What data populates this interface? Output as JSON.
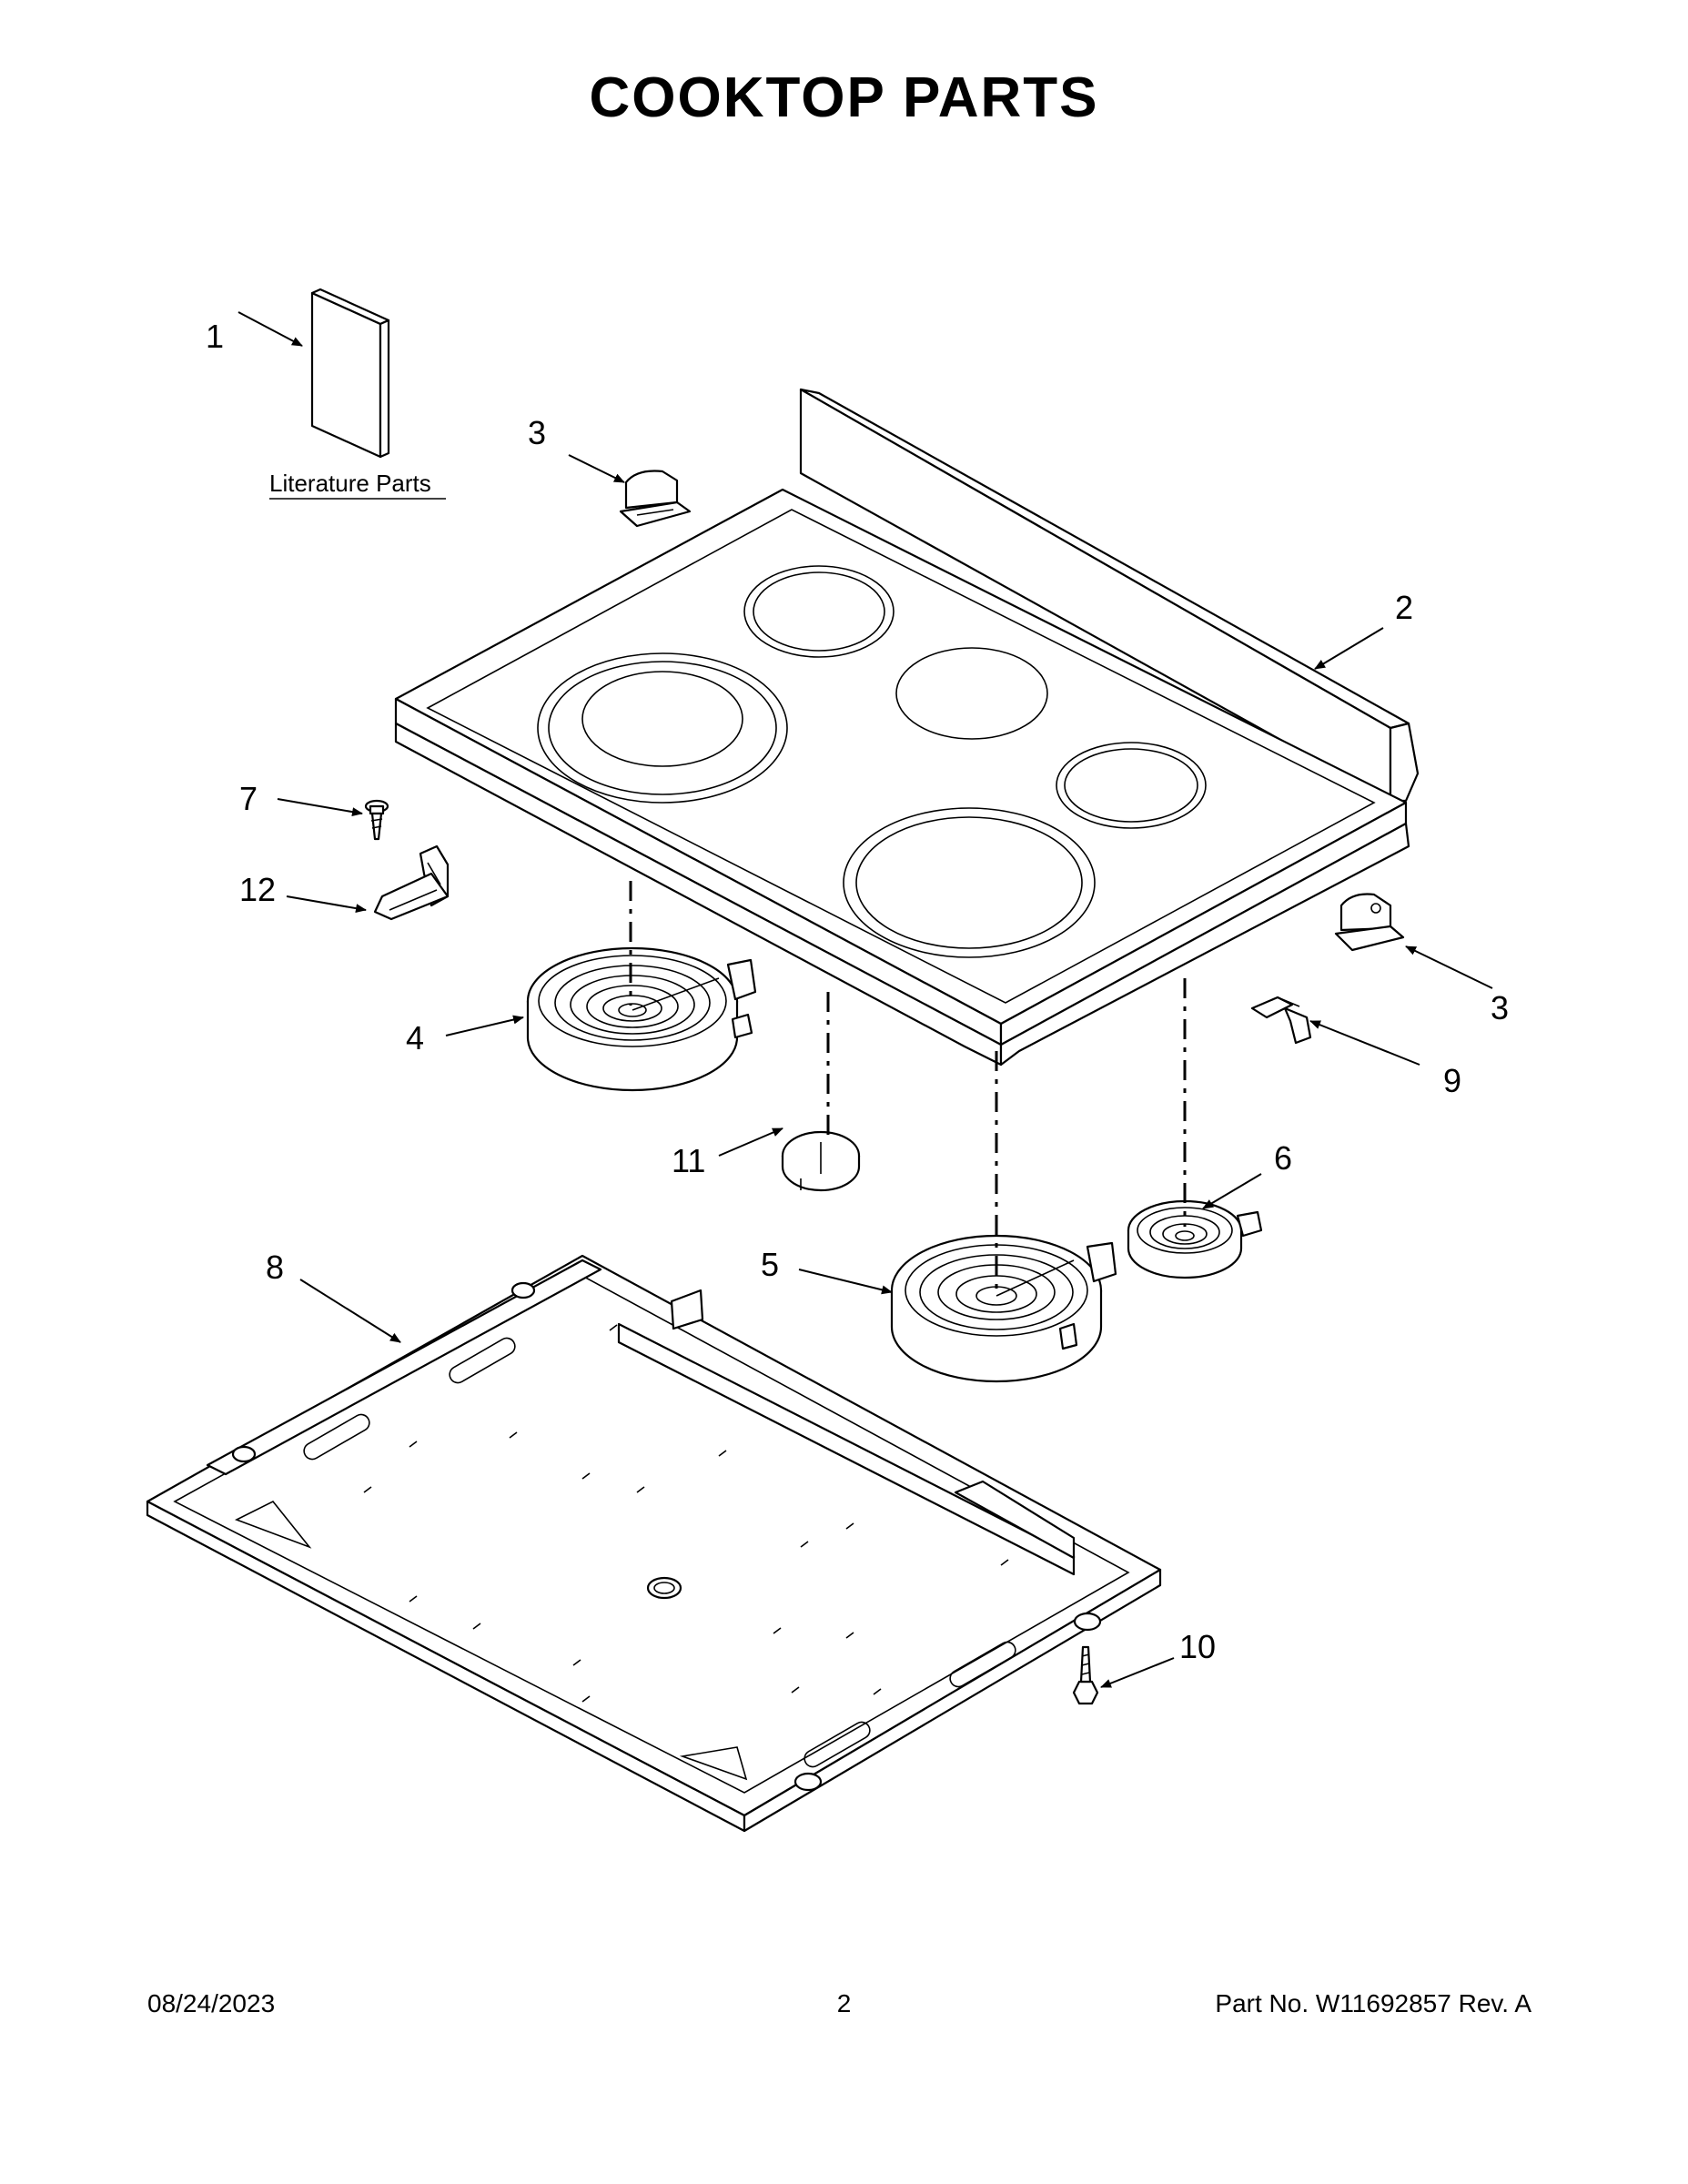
{
  "title": "COOKTOP PARTS",
  "literature_label": "Literature Parts",
  "callouts": {
    "c1": "1",
    "c2": "2",
    "c3a": "3",
    "c3b": "3",
    "c4": "4",
    "c5": "5",
    "c6": "6",
    "c7": "7",
    "c8": "8",
    "c9": "9",
    "c10": "10",
    "c11": "11",
    "c12": "12"
  },
  "footer": {
    "date": "08/24/2023",
    "page": "2",
    "part_no": "Part No.  W11692857  Rev.  A"
  }
}
